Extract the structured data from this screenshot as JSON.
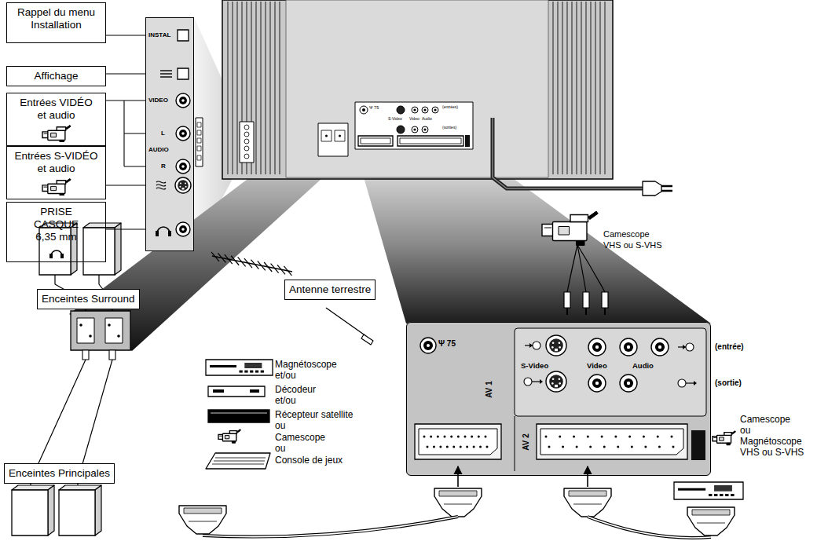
{
  "diagram": {
    "nodes": [
      {
        "text": [
          "Rappel du menu Installation"
        ]
      },
      {
        "text": [
          "Affichage"
        ]
      },
      {
        "text": [
          "Entrées VIDÉO et audio"
        ]
      },
      {
        "text": [
          "Entrées S-VIDÉO et audio"
        ]
      },
      {
        "text": [
          "PRISE CASQUE 6,35 mm"
        ]
      },
      {
        "text": [
          "INSTAL",
          "VIDEO",
          "L",
          "AUDIO",
          "R"
        ]
      },
      {
        "text": [
          "Enceintes Surround"
        ]
      },
      {
        "text": [
          "Enceintes Principales"
        ]
      },
      {
        "text": [
          "Antenne terrestre"
        ]
      },
      {
        "text": [
          "Ψ 75",
          "S-Video",
          "Video",
          "Audio",
          "AV 1",
          "AV 2"
        ]
      }
    ],
    "edges": [
      {
        "from": 0,
        "to": 5,
        "arrow": "none"
      },
      {
        "from": 1,
        "to": 5,
        "arrow": "none"
      },
      {
        "from": 2,
        "to": 5,
        "arrow": "none"
      },
      {
        "from": 3,
        "to": 5,
        "arrow": "none"
      },
      {
        "from": 4,
        "to": 5,
        "arrow": "none"
      }
    ],
    "labels": [
      "(entrées)",
      "(sorties)",
      "Ψ 75",
      "S-Video",
      "Video",
      "Audio",
      "Camescope",
      "VHS ou S-VHS",
      "Magnétoscope",
      "et/ou",
      "Décodeur",
      "et/ou",
      "Récepteur satellite",
      "ou",
      "Camescope",
      "ou",
      "Console de jeux",
      "(entrée)",
      "(sortie)",
      "Camescope",
      "ou",
      "Magnétoscope",
      "VHS ou S-VHS"
    ]
  }
}
